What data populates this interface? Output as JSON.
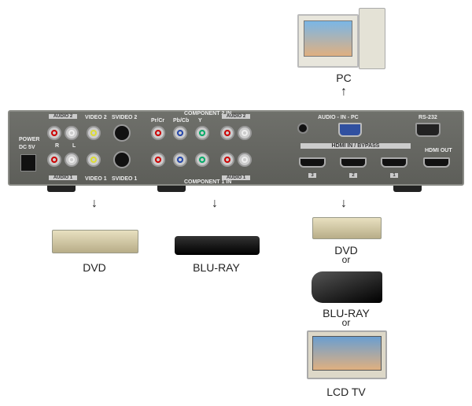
{
  "panel": {
    "power": "POWER",
    "power_spec": "DC 5V",
    "audio2": "AUDIO 2",
    "audio1": "AUDIO 1",
    "video2": "VIDEO 2",
    "video1": "VIDEO 1",
    "svideo2": "SVIDEO 2",
    "svideo1": "SVIDEO 1",
    "comp2": "COMPONENT 2 IN",
    "comp1": "COMPONENT 1 IN",
    "pr": "Pr/Cr",
    "pb": "Pb/Cb",
    "y": "Y",
    "r": "R",
    "l": "L",
    "audio_pc": "AUDIO - IN - PC",
    "rs232": "RS-232",
    "hdmi_in": "HDMI IN / BYPASS",
    "hdmi_out": "HDMI OUT",
    "hdmi_nums": [
      "3",
      "2",
      "1"
    ]
  },
  "devices": {
    "pc": "PC",
    "dvd_left": "DVD",
    "bluray_mid": "BLU-RAY",
    "dvd_right": "DVD",
    "or1": "or",
    "bluray_right": "BLU-RAY",
    "or2": "or",
    "lcd": "LCD TV"
  },
  "arrows": {
    "up": "↑",
    "down": "↓"
  }
}
